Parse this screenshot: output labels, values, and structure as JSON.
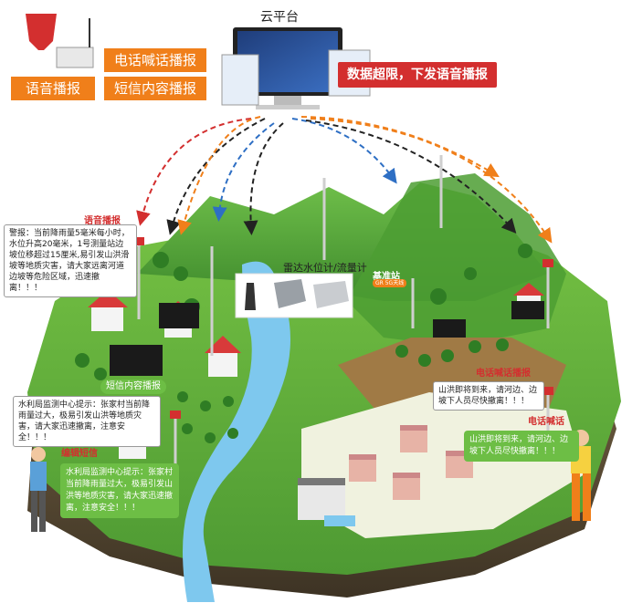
{
  "buttons": {
    "phone_shout": "电话喊话播报",
    "voice": "语音播报",
    "sms": "短信内容播报"
  },
  "cloud": {
    "title": "云平台",
    "alert": "数据超限，下发语音播报"
  },
  "radar": {
    "title": "雷达水位计/流量计"
  },
  "base_station": {
    "title": "基准站",
    "tag": "GR 5G天线"
  },
  "tags": {
    "voice": "语音播报",
    "sms_display": "短信内容播报",
    "phone_broadcast": "电话喊话播报",
    "phone_call": "电话喊话",
    "edit_sms": "编辑短信"
  },
  "bubbles": {
    "warning": "警报：当前降雨量5毫米每小时，水位升高20毫米，1号测量站边坡位移超过15厘米,易引发山洪滑坡等地质灾害，请大家远离河道边坡等危险区域，迅速撤离！！！",
    "water_bureau_1": "水利局监测中心提示：张家村当前降雨量过大，极易引发山洪等地质灾害，请大家迅速撤离，注意安全！！！",
    "water_bureau_2": "水利局监测中心提示：张家村当前降雨量过大，极易引发山洪等地质灾害，请大家迅速撤离，注意安全！！！",
    "flood_right": "山洪即将到来，请河边、边坡下人员尽快撤离！！！",
    "flood_phone": "山洪即将到来，请河边、边坡下人员尽快撤离！！！"
  },
  "colors": {
    "orange": "#f07f1a",
    "red": "#d32f2f",
    "green_dark": "#3f8f2f",
    "green_light": "#6dbe45",
    "river": "#7ec8ee",
    "arrow_blue": "#2e6fc4"
  },
  "icons": {
    "speaker": "loudspeaker-icon",
    "gateway": "gateway-device-icon",
    "monitor": "cloud-monitor-icon"
  }
}
